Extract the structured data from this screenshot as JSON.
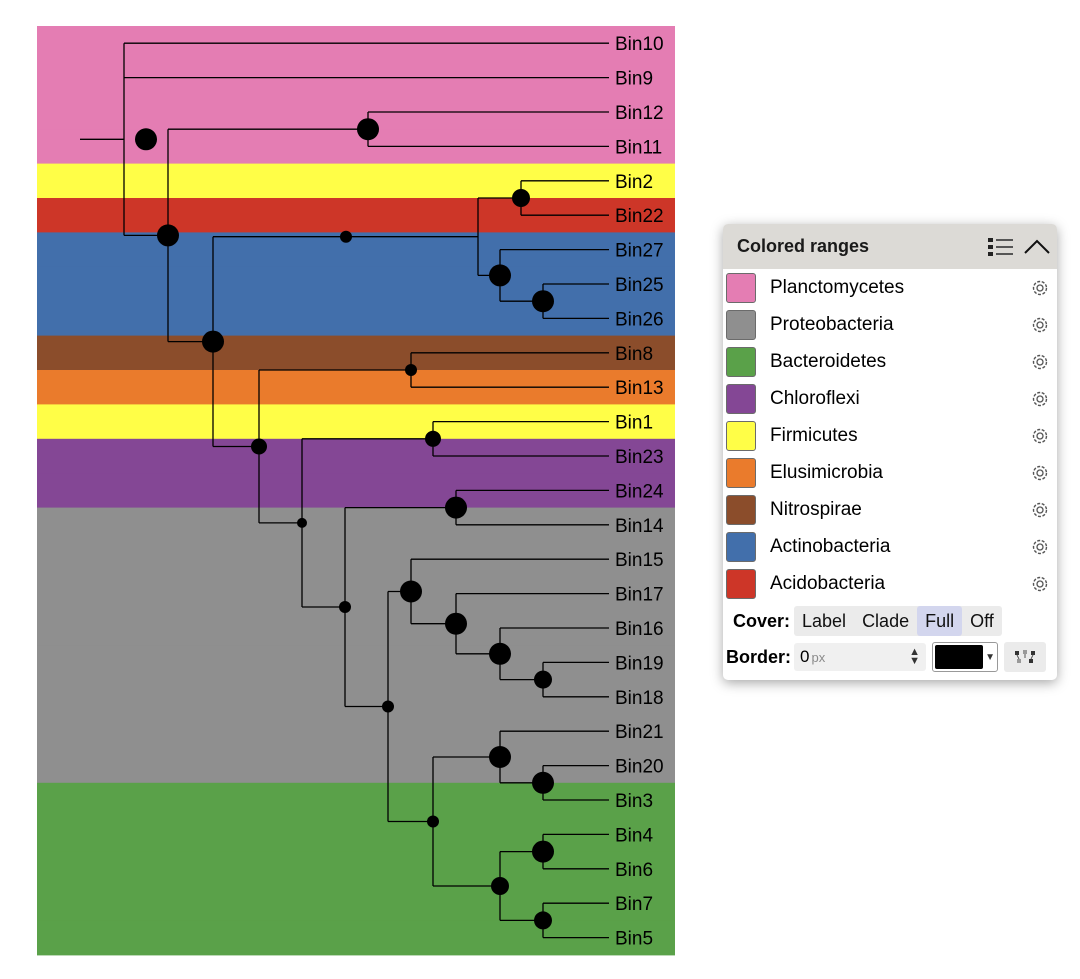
{
  "tree": {
    "leaves": [
      {
        "label": "Bin10",
        "band": "Planctomycetes"
      },
      {
        "label": "Bin9",
        "band": "Planctomycetes"
      },
      {
        "label": "Bin12",
        "band": "Planctomycetes"
      },
      {
        "label": "Bin11",
        "band": "Planctomycetes"
      },
      {
        "label": "Bin2",
        "band": "Firmicutes"
      },
      {
        "label": "Bin22",
        "band": "Acidobacteria"
      },
      {
        "label": "Bin27",
        "band": "Actinobacteria"
      },
      {
        "label": "Bin25",
        "band": "Actinobacteria"
      },
      {
        "label": "Bin26",
        "band": "Actinobacteria"
      },
      {
        "label": "Bin8",
        "band": "Nitrospirae"
      },
      {
        "label": "Bin13",
        "band": "Elusimicrobia"
      },
      {
        "label": "Bin1",
        "band": "Firmicutes"
      },
      {
        "label": "Bin23",
        "band": "Chloroflexi"
      },
      {
        "label": "Bin24",
        "band": "Chloroflexi"
      },
      {
        "label": "Bin14",
        "band": "Proteobacteria"
      },
      {
        "label": "Bin15",
        "band": "Proteobacteria"
      },
      {
        "label": "Bin17",
        "band": "Proteobacteria"
      },
      {
        "label": "Bin16",
        "band": "Proteobacteria"
      },
      {
        "label": "Bin19",
        "band": "Proteobacteria"
      },
      {
        "label": "Bin18",
        "band": "Proteobacteria"
      },
      {
        "label": "Bin21",
        "band": "Proteobacteria"
      },
      {
        "label": "Bin20",
        "band": "Proteobacteria"
      },
      {
        "label": "Bin3",
        "band": "Bacteroidetes"
      },
      {
        "label": "Bin4",
        "band": "Bacteroidetes"
      },
      {
        "label": "Bin6",
        "band": "Bacteroidetes"
      },
      {
        "label": "Bin7",
        "band": "Bacteroidetes"
      },
      {
        "label": "Bin5",
        "band": "Bacteroidetes"
      }
    ]
  },
  "panel": {
    "title": "Colored ranges",
    "ranges": [
      {
        "label": "Planctomycetes",
        "color": "#e47db3"
      },
      {
        "label": "Proteobacteria",
        "color": "#8f8f8f"
      },
      {
        "label": "Bacteroidetes",
        "color": "#5aa149"
      },
      {
        "label": "Chloroflexi",
        "color": "#844795"
      },
      {
        "label": "Firmicutes",
        "color": "#fffe47"
      },
      {
        "label": "Elusimicrobia",
        "color": "#ea7b2c"
      },
      {
        "label": "Nitrospirae",
        "color": "#8b4d2b"
      },
      {
        "label": "Actinobacteria",
        "color": "#426fab"
      },
      {
        "label": "Acidobacteria",
        "color": "#cd3628"
      }
    ],
    "cover": {
      "label": "Cover:",
      "options": [
        "Label",
        "Clade",
        "Full",
        "Off"
      ],
      "selected": "Full"
    },
    "border": {
      "label": "Border:",
      "value": "0",
      "unit": "px",
      "color": "#000000"
    }
  }
}
